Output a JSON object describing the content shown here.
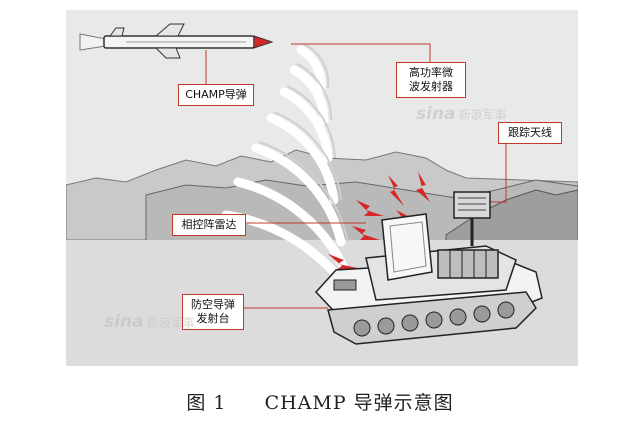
{
  "labels": {
    "missile": "CHAMP导弹",
    "emitter": "高功率微\n波发射器",
    "tracking": "跟踪天线",
    "radar": "相控阵雷达",
    "launcher": "防空导弹\n发射台"
  },
  "watermark": {
    "brand": "sina",
    "suffix": "新浪军事"
  },
  "caption": {
    "figure_no": "图 1",
    "title": "CHAMP 导弹示意图"
  },
  "colors": {
    "accent": "#c0392b",
    "bolt": "#d62828",
    "ink": "#222222",
    "hills": "#b7b7b7"
  }
}
